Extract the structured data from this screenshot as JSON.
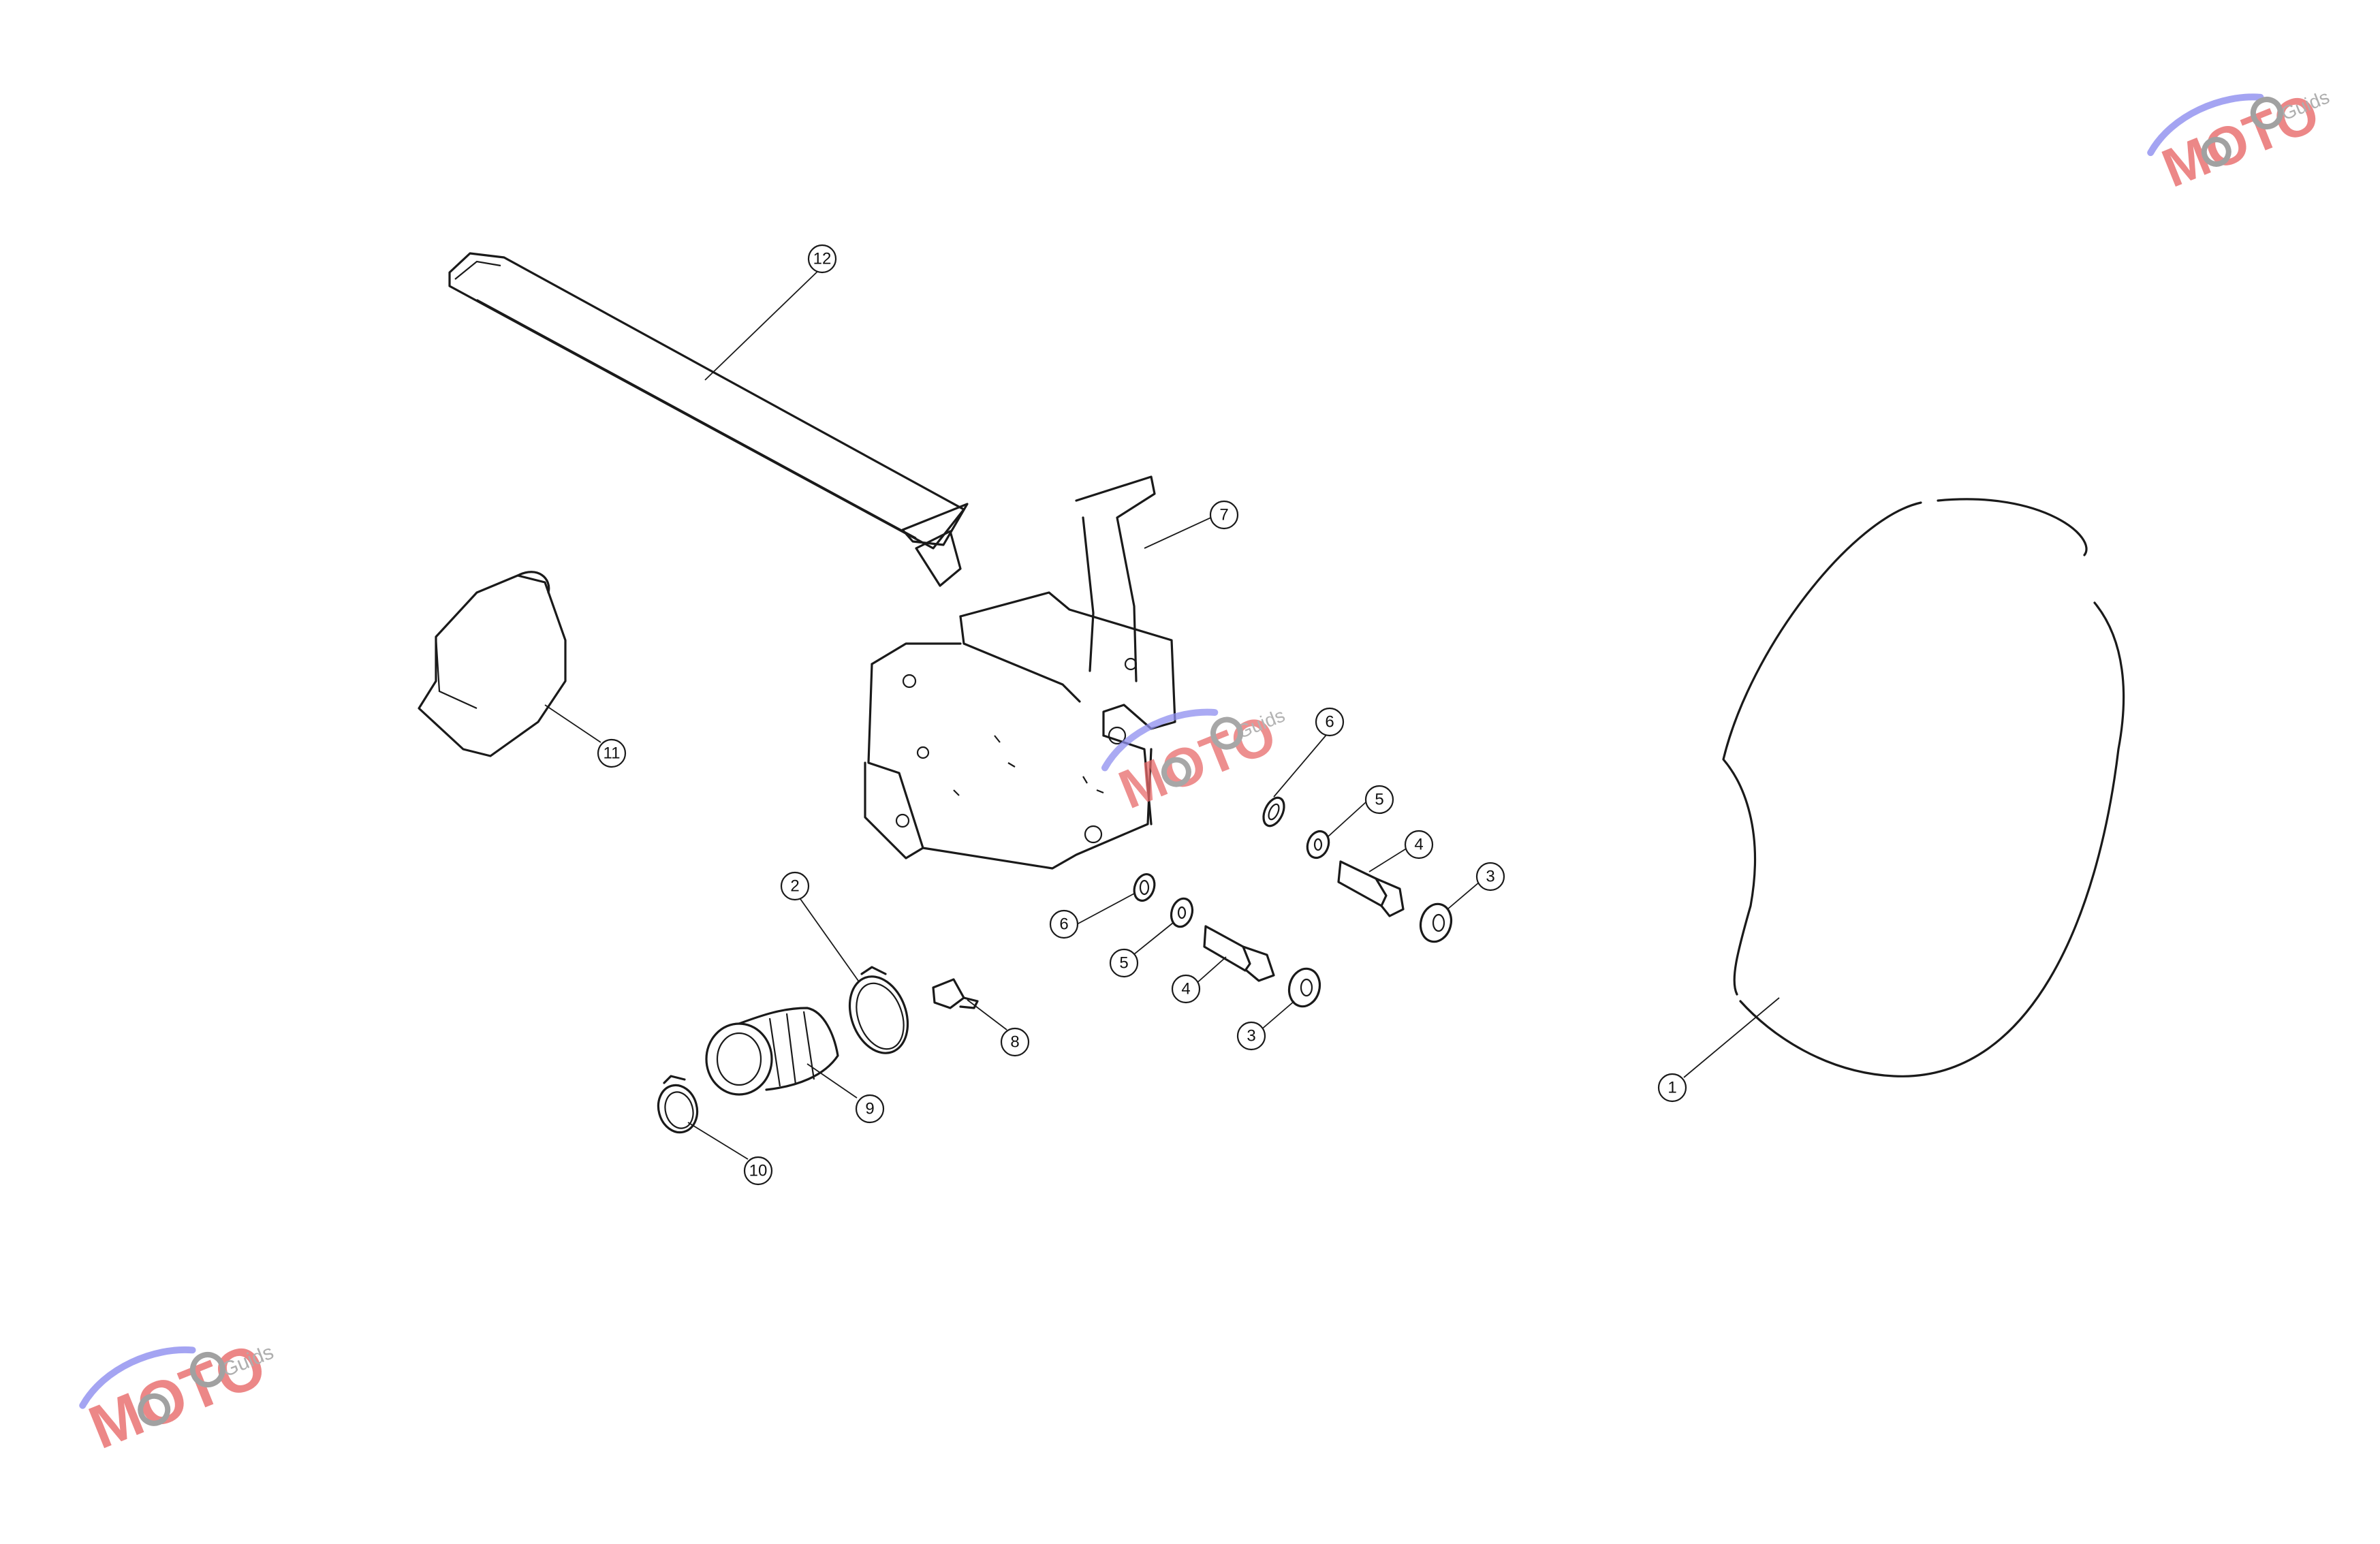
{
  "diagram": {
    "callouts": [
      {
        "id": "c1",
        "label": "1"
      },
      {
        "id": "c2",
        "label": "2"
      },
      {
        "id": "c3a",
        "label": "3"
      },
      {
        "id": "c3b",
        "label": "3"
      },
      {
        "id": "c4a",
        "label": "4"
      },
      {
        "id": "c4b",
        "label": "4"
      },
      {
        "id": "c5a",
        "label": "5"
      },
      {
        "id": "c5b",
        "label": "5"
      },
      {
        "id": "c6a",
        "label": "6"
      },
      {
        "id": "c6b",
        "label": "6"
      },
      {
        "id": "c7",
        "label": "7"
      },
      {
        "id": "c8",
        "label": "8"
      },
      {
        "id": "c9",
        "label": "9"
      },
      {
        "id": "c10",
        "label": "10"
      },
      {
        "id": "c11",
        "label": "11"
      },
      {
        "id": "c12",
        "label": "12"
      }
    ]
  },
  "watermark": {
    "brand": "MOTO",
    "sub": "Guids",
    "colors": {
      "red": "#e86a6a",
      "blue": "#8e8ef0",
      "gray": "#9a9a9a"
    }
  }
}
